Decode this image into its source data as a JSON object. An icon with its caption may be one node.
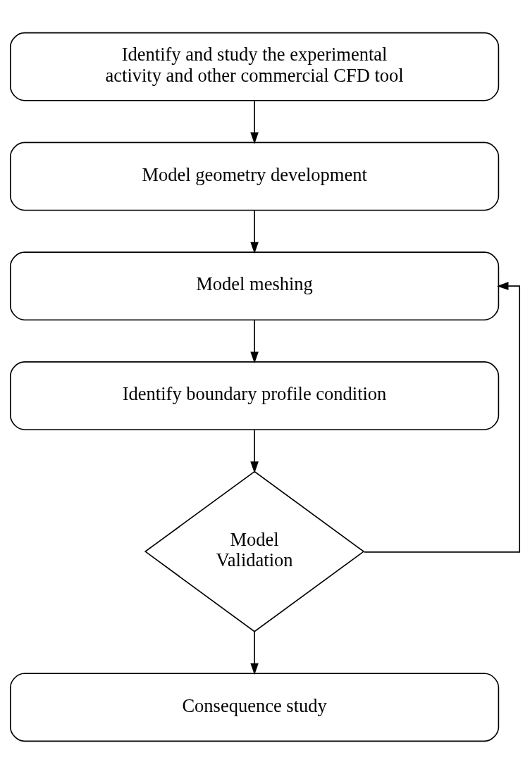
{
  "diagram": {
    "nodes": [
      {
        "text": [
          "Identify and study the experimental activity and other commercial CFD tool"
        ]
      },
      {
        "text": [
          "Model geometry development"
        ]
      },
      {
        "text": [
          "Model meshing"
        ]
      },
      {
        "text": [
          "Identify boundary profile condition"
        ]
      },
      {
        "text": [
          "Model Validation"
        ]
      },
      {
        "text": [
          "Consequence study"
        ]
      }
    ],
    "edges": [
      {
        "from": 0,
        "to": 1,
        "arrow": "to"
      },
      {
        "from": 1,
        "to": 2,
        "arrow": "to"
      },
      {
        "from": 2,
        "to": 3,
        "arrow": "to"
      },
      {
        "from": 3,
        "to": 4,
        "arrow": "to"
      },
      {
        "from": 4,
        "to": 5,
        "arrow": "to"
      },
      {
        "from": 4,
        "to": 2,
        "arrow": "to"
      }
    ]
  }
}
